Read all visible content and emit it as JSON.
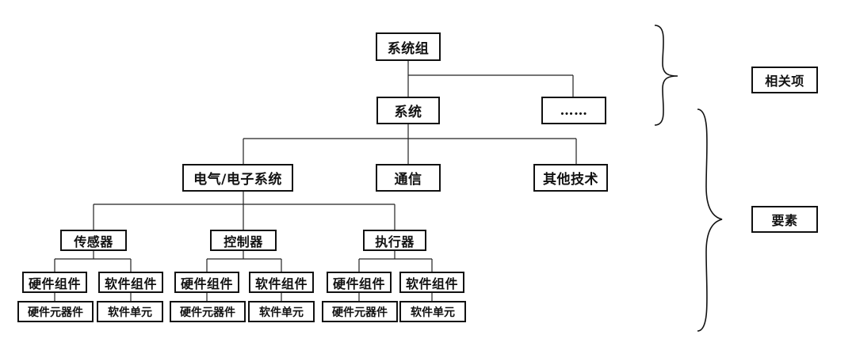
{
  "diagram": {
    "root": "系统组",
    "system": "系统",
    "other_system": "……",
    "electrical": "电气/电子系统",
    "communication": "通信",
    "other_tech": "其他技术",
    "sensor": "传感器",
    "controller": "控制器",
    "actuator": "执行器",
    "hardware_component": "硬件组件",
    "software_component": "软件组件",
    "hardware_part": "硬件元器件",
    "software_unit": "软件单元"
  },
  "labels": {
    "related_items": "相关项",
    "elements": "要素"
  }
}
